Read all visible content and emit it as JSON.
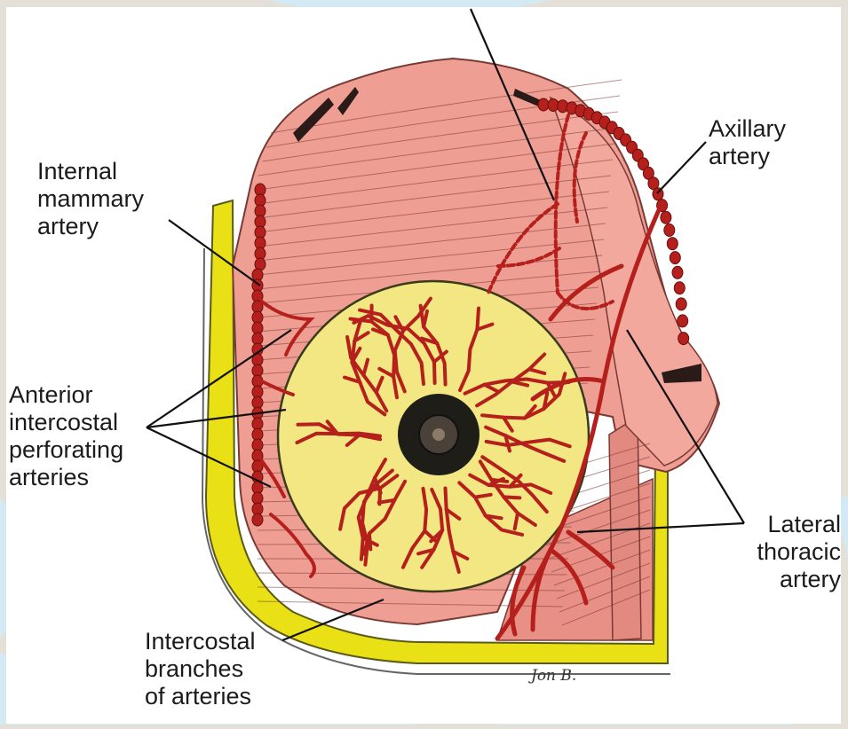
{
  "labels": {
    "internal_mammary": [
      "Internal",
      "mammary",
      "artery"
    ],
    "axillary": [
      "Axillary",
      "artery"
    ],
    "anterior_intercostal": [
      "Anterior",
      "intercostal",
      "perforating",
      "arteries"
    ],
    "lateral_thoracic": [
      "Lateral",
      "thoracic",
      "artery"
    ],
    "intercostal_branches": [
      "Intercostal",
      "branches",
      "of arteries"
    ]
  },
  "signature": "Jon B.",
  "colors": {
    "background": "#e4e0d8",
    "decor_blue": "#d3e9f3",
    "muscle": "#ef9e94",
    "muscle_stroke": "#7a3a34",
    "fat": "#f2e782",
    "artery": "#b5201c",
    "yellow_band": "#e9e016",
    "nipple": "#1f1d18",
    "text": "#1b1b1b"
  }
}
